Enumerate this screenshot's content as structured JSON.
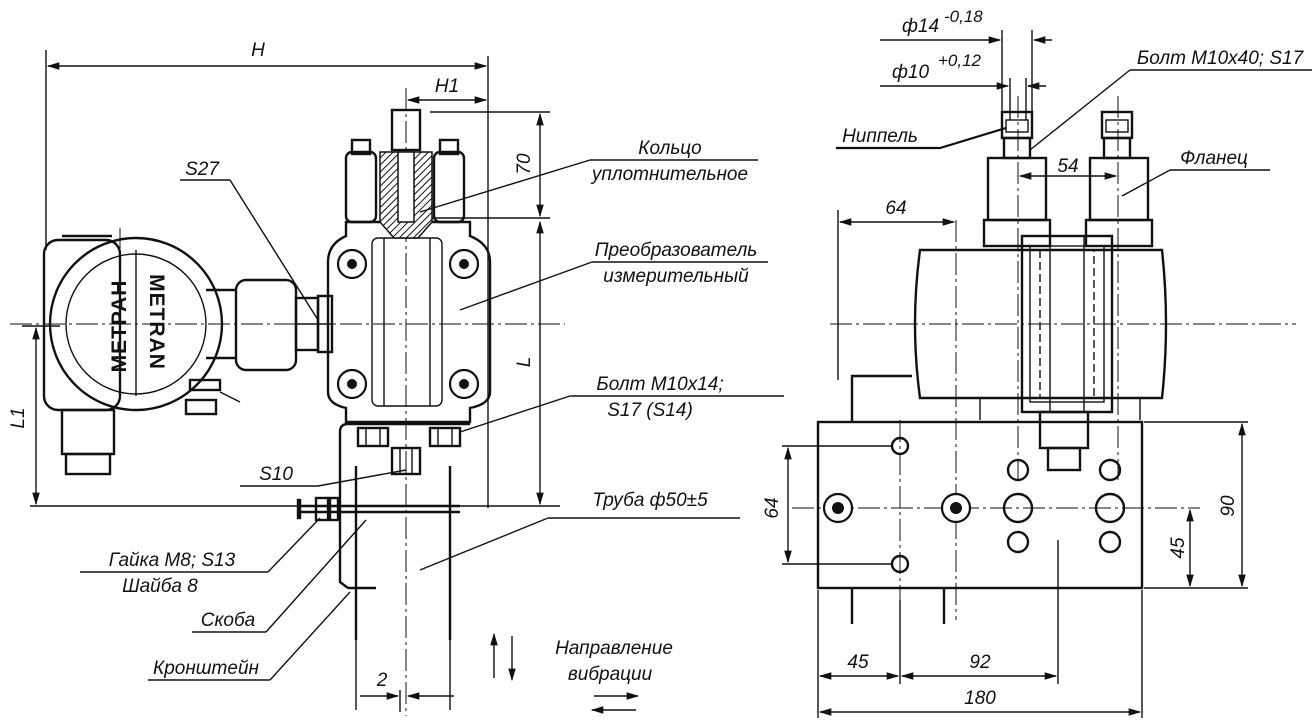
{
  "left_view": {
    "dims": {
      "H": "H",
      "H1": "H1",
      "L": "L",
      "L1": "L1",
      "d70": "70",
      "d2": "2",
      "S27": "S27",
      "S10": "S10"
    },
    "logo": {
      "upper": "METRAN",
      "lower": "МЕТРАН"
    },
    "labels": {
      "ring_1": "Кольцо",
      "ring_2": "уплотнительное",
      "transducer_1": "Преобразователь",
      "transducer_2": "измерительный",
      "bolt_1": "Болт М10х14;",
      "bolt_2": "S17 (S14)",
      "pipe": "Труба ф50±5",
      "nut": "Гайка М8; S13",
      "washer": "Шайба 8",
      "clamp": "Скоба",
      "bracket": "Кронштейн",
      "vibration_1": "Направление",
      "vibration_2": "вибрации"
    }
  },
  "right_view": {
    "dims": {
      "phi14": "ф14",
      "phi14_tol": "-0,18",
      "phi10": "ф10",
      "phi10_tol": "+0,12",
      "d54": "54",
      "d64_top": "64",
      "d64_side": "64",
      "d45_side": "45",
      "d90": "90",
      "d45_bottom": "45",
      "d92": "92",
      "d180": "180"
    },
    "labels": {
      "bolt": "Болт М10х40; S17",
      "nipple": "Ниппель",
      "flange": "Фланец"
    }
  }
}
